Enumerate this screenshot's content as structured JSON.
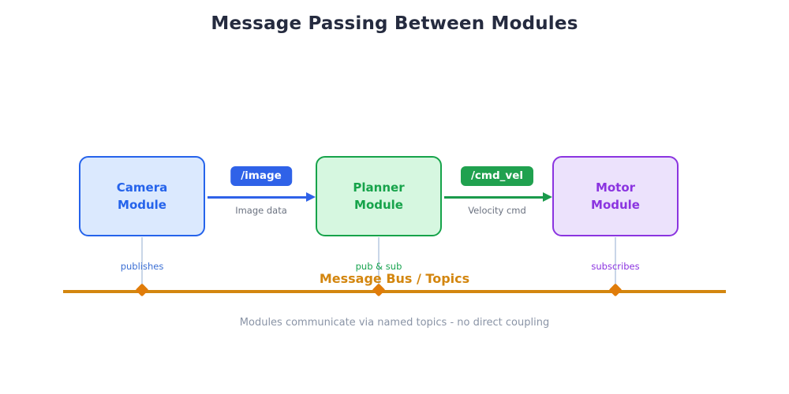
{
  "title": "Message Passing Between Modules",
  "modules": [
    {
      "id": "camera",
      "line1": "Camera",
      "line2": "Module",
      "role": "publishes",
      "fill": "#dbe9fe",
      "stroke": "#2563eb",
      "text": "#2563eb"
    },
    {
      "id": "planner",
      "line1": "Planner",
      "line2": "Module",
      "role": "pub & sub",
      "fill": "#d6f7e0",
      "stroke": "#16a34a",
      "text": "#16a34a"
    },
    {
      "id": "motor",
      "line1": "Motor",
      "line2": "Module",
      "role": "subscribes",
      "fill": "#ece2fc",
      "stroke": "#8b34e0",
      "text": "#8b34e0"
    }
  ],
  "flows": [
    {
      "id": "image",
      "topic": "/image",
      "caption": "Image data",
      "color": "#2f62e8",
      "from": "camera",
      "to": "planner"
    },
    {
      "id": "cmdvel",
      "topic": "/cmd_vel",
      "caption": "Velocity cmd",
      "color": "#20a14f",
      "from": "planner",
      "to": "motor"
    }
  ],
  "bus": {
    "label": "Message Bus / Topics",
    "color": "#d3860f"
  },
  "footer": "Modules communicate via named topics - no direct coupling"
}
